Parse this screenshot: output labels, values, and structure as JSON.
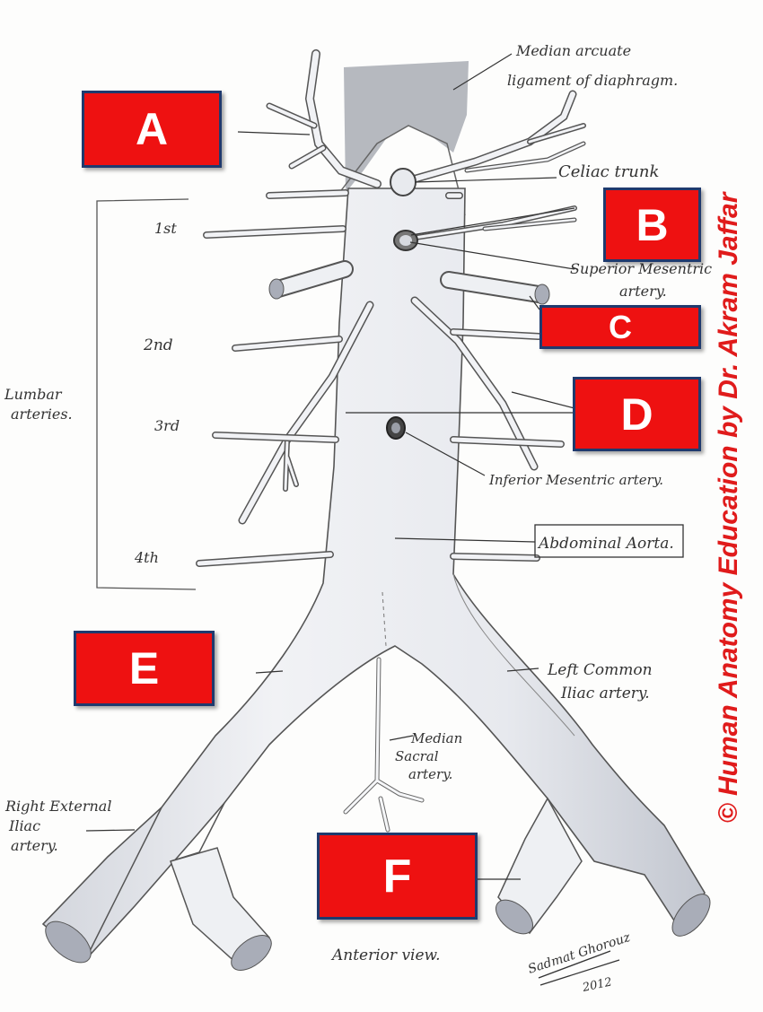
{
  "labels": {
    "a": "A",
    "b": "B",
    "c": "C",
    "d": "D",
    "e": "E",
    "f": "F"
  },
  "annotations": {
    "median_arcuate_1": "Median arcuate",
    "median_arcuate_2": "ligament of diaphragm.",
    "celiac_trunk": "Celiac trunk",
    "superior_mesenteric_1": "Superior Mesentric",
    "superior_mesenteric_2": "artery.",
    "inferior_mesenteric": "Inferior Mesentric artery.",
    "abdominal_aorta": "Abdominal Aorta.",
    "left_common_iliac_1": "Left Common",
    "left_common_iliac_2": "Iliac artery.",
    "median_sacral_1": "Median",
    "median_sacral_2": "Sacral",
    "median_sacral_3": "artery.",
    "right_external_iliac_1": "Right External",
    "right_external_iliac_2": "Iliac",
    "right_external_iliac_3": "artery.",
    "lumbar_1": "Lumbar",
    "lumbar_2": "arteries.",
    "lumbar_1st": "1st",
    "lumbar_2nd": "2nd",
    "lumbar_3rd": "3rd",
    "lumbar_4th": "4th",
    "view": "Anterior view.",
    "signature": "Sadmat Ghorouz",
    "year": "2012"
  },
  "copyright": "© Human Anatomy Education by Dr. Akram Jaffar",
  "colors": {
    "label_fill": "#ee1111",
    "label_border": "#1f3a6e",
    "label_text": "#ffffff",
    "copyright": "#e01b1b",
    "pencil": "#555555",
    "vessel_fill": "#f3f4f6",
    "diaphragm_shade": "#9ea2ab"
  }
}
